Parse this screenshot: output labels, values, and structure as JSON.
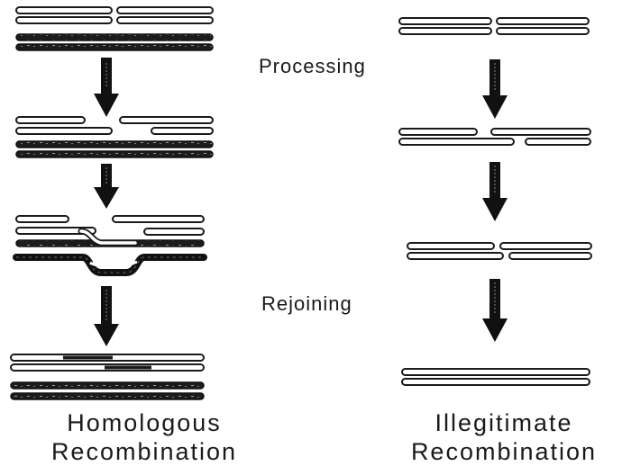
{
  "labels": {
    "processing": "Processing",
    "rejoining": "Rejoining"
  },
  "captions": {
    "homologous_line1": "Homologous",
    "homologous_line2": "Recombination",
    "illegitimate_line1": "Illegitimate",
    "illegitimate_line2": "Recombination"
  },
  "colors": {
    "strand_light": "#ffffff",
    "strand_dark": "#1c1c1c",
    "outline": "#1a1a1a",
    "arrow": "#111111"
  }
}
